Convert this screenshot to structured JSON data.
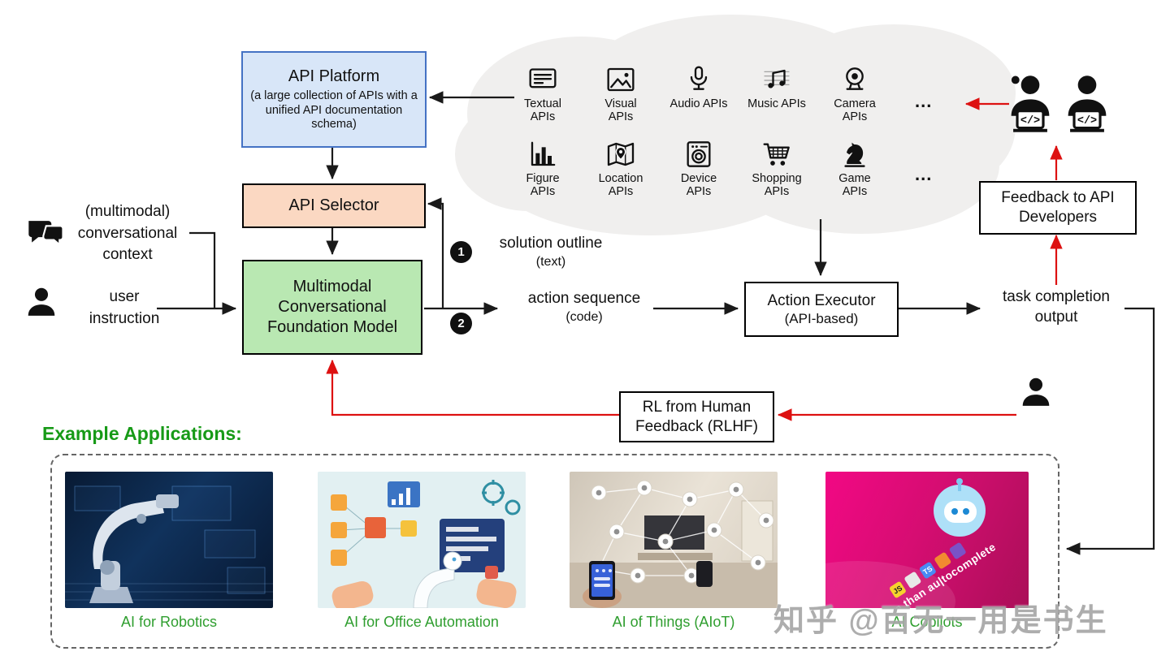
{
  "colors": {
    "api-platform-fill": "#d8e6f8",
    "api-platform-border": "#4472c4",
    "api-selector-fill": "#fbd8c2",
    "foundation-fill": "#b9e8b2",
    "box-border": "#000000",
    "arrow-black": "#1a1a1a",
    "arrow-red": "#dd1111",
    "cloud-fill": "#f0efee",
    "heading-green": "#179a17",
    "caption-green": "#2f9e2f"
  },
  "boxes": {
    "api_platform": {
      "title": "API Platform",
      "subtitle": "(a large collection of APIs with a unified API documentation schema)"
    },
    "api_selector": {
      "label": "API Selector"
    },
    "foundation_model": {
      "label": "Multimodal Conversational Foundation Model"
    },
    "action_executor": {
      "title": "Action Executor",
      "subtitle": "(API-based)"
    },
    "feedback_developers": {
      "label": "Feedback to API Developers"
    },
    "rlhf": {
      "label": "RL from Human Feedback (RLHF)"
    }
  },
  "inputs": {
    "conversational_context": "(multimodal) conversational context",
    "user_instruction": "user instruction"
  },
  "flow": {
    "step1_badge": "1",
    "step2_badge": "2",
    "solution_outline": "solution outline",
    "solution_outline_sub": "(text)",
    "action_sequence": "action sequence",
    "action_sequence_sub": "(code)",
    "task_completion": "task completion output"
  },
  "api_cloud": {
    "row1": [
      {
        "icon": "textual-api-icon",
        "label": "Textual APIs"
      },
      {
        "icon": "visual-api-icon",
        "label": "Visual APIs"
      },
      {
        "icon": "audio-api-icon",
        "label": "Audio APIs"
      },
      {
        "icon": "music-api-icon",
        "label": "Music APIs"
      },
      {
        "icon": "camera-api-icon",
        "label": "Camera APIs"
      }
    ],
    "row1_more": "...",
    "row2": [
      {
        "icon": "figure-api-icon",
        "label": "Figure APIs"
      },
      {
        "icon": "location-api-icon",
        "label": "Location APIs"
      },
      {
        "icon": "device-api-icon",
        "label": "Device APIs"
      },
      {
        "icon": "shopping-api-icon",
        "label": "Shopping APIs"
      },
      {
        "icon": "game-api-icon",
        "label": "Game APIs"
      }
    ],
    "row2_more": "..."
  },
  "examples": {
    "heading": "Example Applications:",
    "items": [
      {
        "caption": "AI for Robotics"
      },
      {
        "caption": "AI for Office Automation"
      },
      {
        "caption": "AI of Things (AIoT)"
      },
      {
        "caption": "AI Copilots",
        "image_text": "More than au|tocomplete"
      }
    ]
  },
  "watermark": "知乎 @百无一用是书生"
}
